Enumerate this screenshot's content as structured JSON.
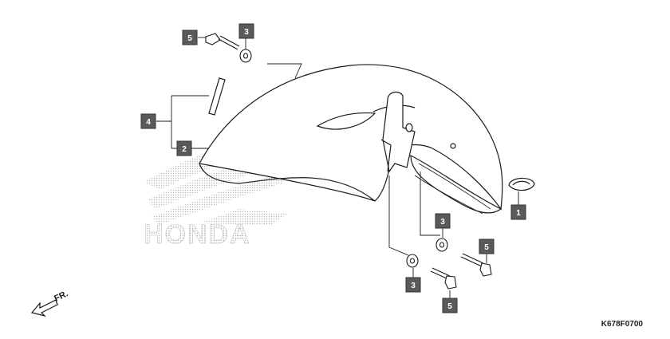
{
  "figure": {
    "code": "K678F0700",
    "watermark_text": "HONDA",
    "direction_label": "FR."
  },
  "callouts": [
    {
      "id": "c5a",
      "number": "5"
    },
    {
      "id": "c3a",
      "number": "3"
    },
    {
      "id": "c4",
      "number": "4"
    },
    {
      "id": "c2",
      "number": "2"
    },
    {
      "id": "c1",
      "number": "1"
    },
    {
      "id": "c3b",
      "number": "3"
    },
    {
      "id": "c5b",
      "number": "5"
    },
    {
      "id": "c3c",
      "number": "3"
    },
    {
      "id": "c5c",
      "number": "5"
    }
  ],
  "colors": {
    "callout_fill": "#5a5a5a",
    "line": "#1a1a1a",
    "watermark": "#b8b8b8"
  }
}
